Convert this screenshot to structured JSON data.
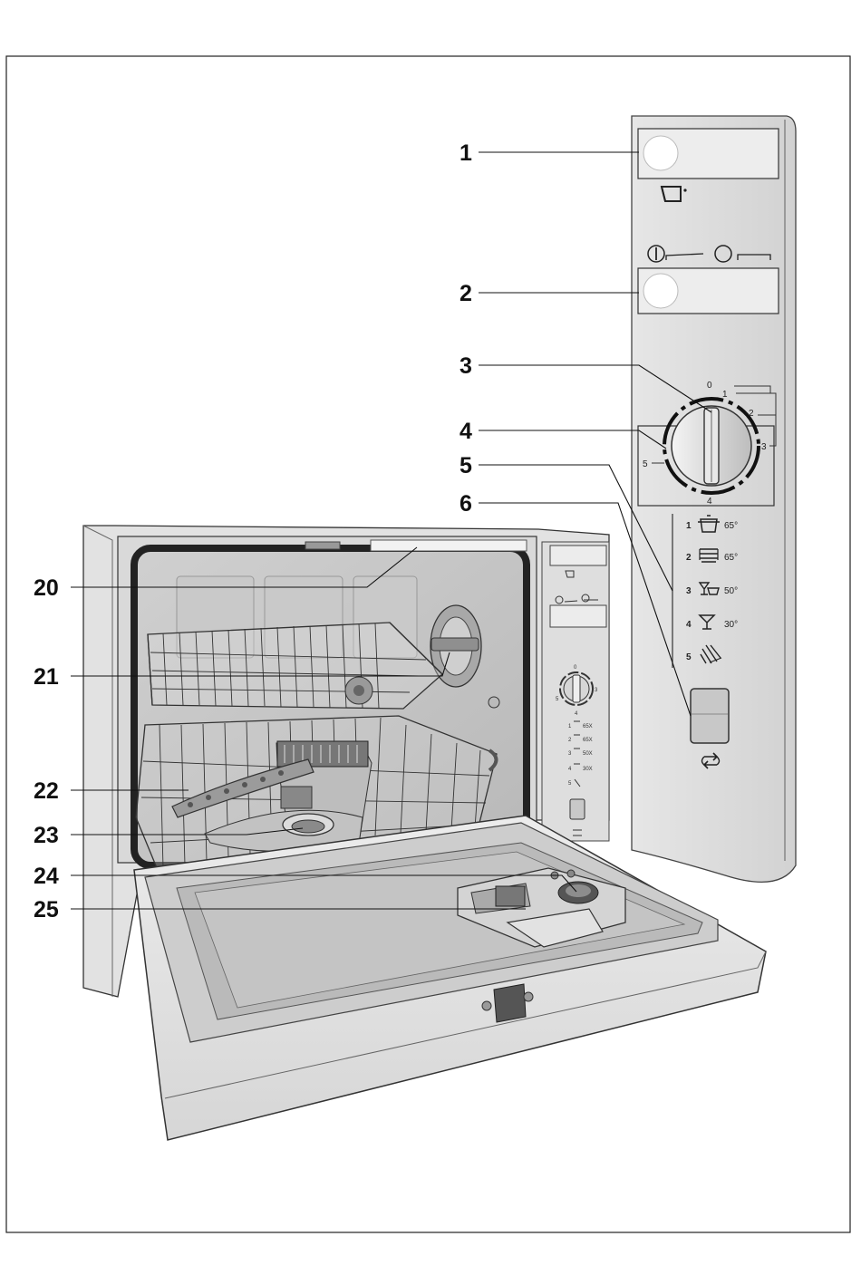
{
  "callouts": {
    "c1": "1",
    "c2": "2",
    "c3": "3",
    "c4": "4",
    "c5": "5",
    "c6": "6",
    "c20": "20",
    "c21": "21",
    "c22": "22",
    "c23": "23",
    "c24": "24",
    "c25": "25"
  },
  "dial": {
    "tick0": "0",
    "tick1": "1",
    "tick2": "2",
    "tick3": "3",
    "tick4": "4",
    "tick5": "5"
  },
  "programs": [
    {
      "num": "1",
      "temp": "65°",
      "icon": "pot-icon"
    },
    {
      "num": "2",
      "temp": "65°",
      "icon": "stacked-plates-icon"
    },
    {
      "num": "3",
      "temp": "50°",
      "icon": "glass-and-cup-icon"
    },
    {
      "num": "4",
      "temp": "30°",
      "icon": "wine-glass-icon"
    },
    {
      "num": "5",
      "temp": "",
      "icon": "rinse-shower-icon"
    }
  ],
  "small_panel": {
    "p1": "1",
    "t1": "65X",
    "p2": "2",
    "t2": "65X",
    "p3": "3",
    "t3": "50X",
    "p4": "4",
    "t4": "30X",
    "p5": "5"
  }
}
